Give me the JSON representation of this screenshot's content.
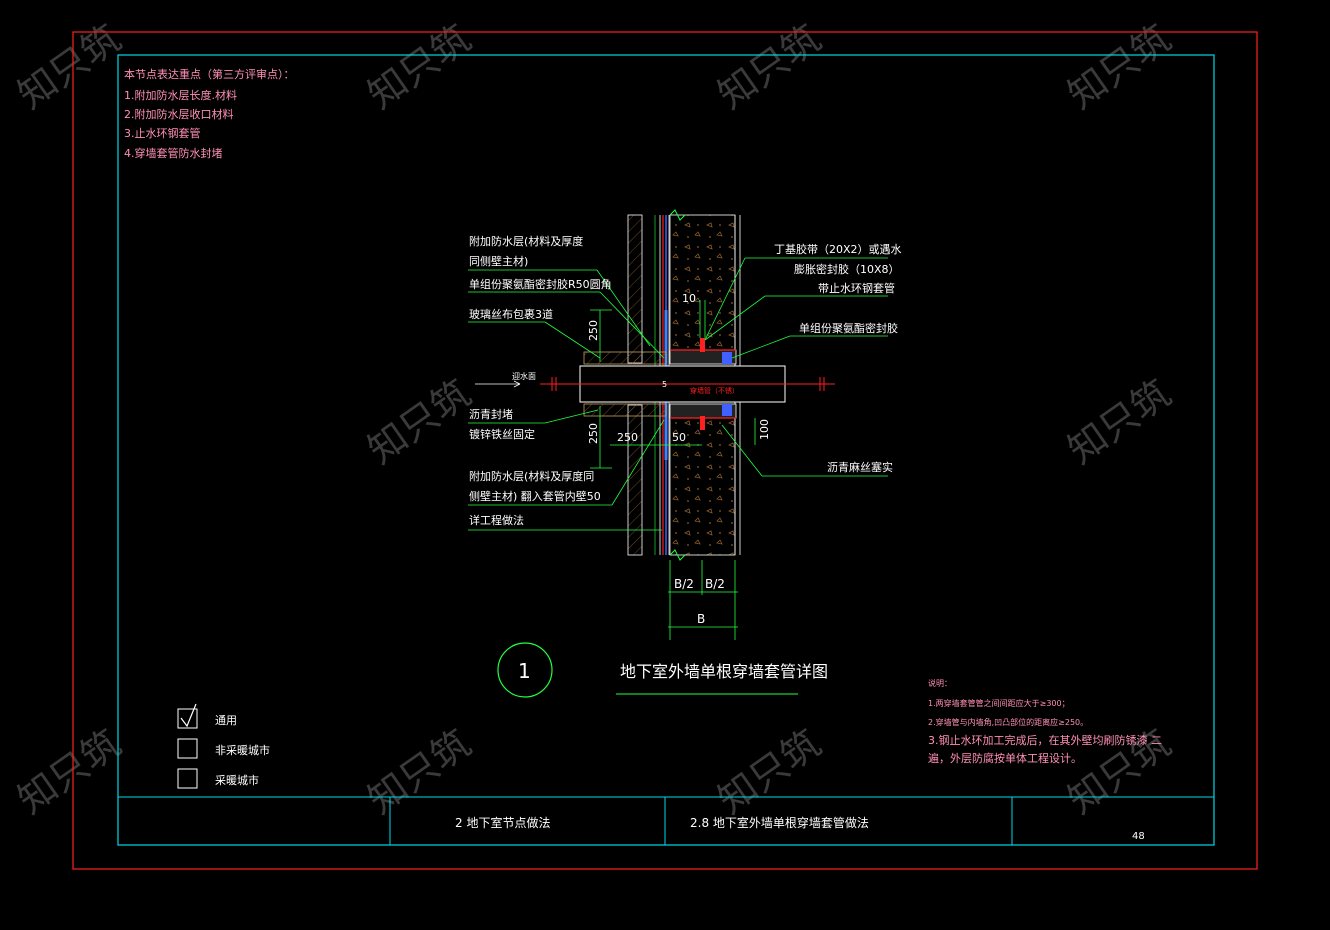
{
  "watermark": "知只筑",
  "review_notes": {
    "title": "本节点表达重点（第三方评审点）：",
    "items": [
      "1.附加防水层长度.材料",
      "2.附加防水层收口材料",
      "3.止水环钢套管",
      "4.穿墙套管防水封堵"
    ]
  },
  "callouts_left": {
    "c1a": "附加防水层(材料及厚度",
    "c1b": "同侧壁主材)",
    "c2": "单组份聚氨酯密封胶R50圆角",
    "c3": "玻璃丝布包裹3道",
    "c4a": "沥青封堵",
    "c4b": "镀锌铁丝固定",
    "c5a": "附加防水层(材料及厚度同",
    "c5b": "侧壁主材) 翻入套管内壁50",
    "c6": "详工程做法"
  },
  "callouts_right": {
    "r1a": "丁基胶带（20X2）或遇水",
    "r1b": "膨胀密封胶（10X8）",
    "r2": "带止水环钢套管",
    "r3": "单组份聚氨酯密封胶",
    "r4": "沥青麻丝塞实"
  },
  "dims": {
    "d10": "10",
    "d250a": "250",
    "d250b": "250",
    "d250c": "250",
    "d50": "50",
    "d100": "100",
    "d5": "5",
    "halfB1": "B/2",
    "halfB2": "B/2",
    "B": "B"
  },
  "pipe": {
    "water_side": "迎水面",
    "pipe_label": "穿墙管（不锈）"
  },
  "detail": {
    "number": "1",
    "title": "地下室外墙单根穿墙套管详图"
  },
  "notes": {
    "title": "说明：",
    "n1": "1.两穿墙套管管之间间距应大于≥300；",
    "n2": "2.穿墙管与内墙角,凹凸部位的距离应≥250。",
    "n3a": "3.钢止水环加工完成后，在其外壁均刷防锈漆  二",
    "n3b": "遍，外层防腐按单体工程设计。"
  },
  "legend": [
    {
      "label": "通用",
      "checked": true
    },
    {
      "label": "非采暖城市",
      "checked": false
    },
    {
      "label": "采暖城市",
      "checked": false
    }
  ],
  "titleblock": {
    "section": "2  地下室节点做法",
    "subsection": "2.8  地下室外墙单根穿墙套管做法",
    "page": "48"
  },
  "colors": {
    "frame_red": "#ff2020",
    "frame_cyan": "#00d8e8",
    "line_green": "#20ff40",
    "text_pink": "#ff8fb4",
    "pipe_red": "#ff2020"
  }
}
